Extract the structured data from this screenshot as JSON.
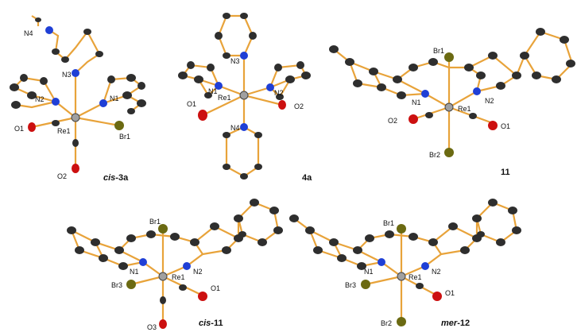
{
  "colors": {
    "bond": "#e8a33a",
    "carbon": "#2e2e2e",
    "nitrogen": "#1f3fd6",
    "oxygen": "#cc1010",
    "bromine": "#6b6a12",
    "rhenium": "#a0a0a0"
  },
  "structures": [
    {
      "id": "cis-3a",
      "caption_italic": "cis",
      "caption_rest": "-3a",
      "labels": [
        "N4",
        "N3",
        "N2",
        "N1",
        "O1",
        "Re1",
        "Br1",
        "O2"
      ]
    },
    {
      "id": "4a",
      "caption_italic": "",
      "caption_rest": "4a",
      "labels": [
        "N3",
        "N1",
        "Re1",
        "N2",
        "O1",
        "O2",
        "N4"
      ]
    },
    {
      "id": "11",
      "caption_italic": "",
      "caption_rest": "11",
      "labels": [
        "Br1",
        "N1",
        "Re1",
        "N2",
        "O2",
        "O1",
        "Br2"
      ]
    },
    {
      "id": "cis-11",
      "caption_italic": "cis",
      "caption_rest": "-11",
      "labels": [
        "Br1",
        "N1",
        "N2",
        "Re1",
        "Br3",
        "O1",
        "O3"
      ]
    },
    {
      "id": "mer-12",
      "caption_italic": "mer",
      "caption_rest": "-12",
      "labels": [
        "Br1",
        "N1",
        "N2",
        "Re1",
        "Br3",
        "O1",
        "Br2"
      ]
    }
  ]
}
